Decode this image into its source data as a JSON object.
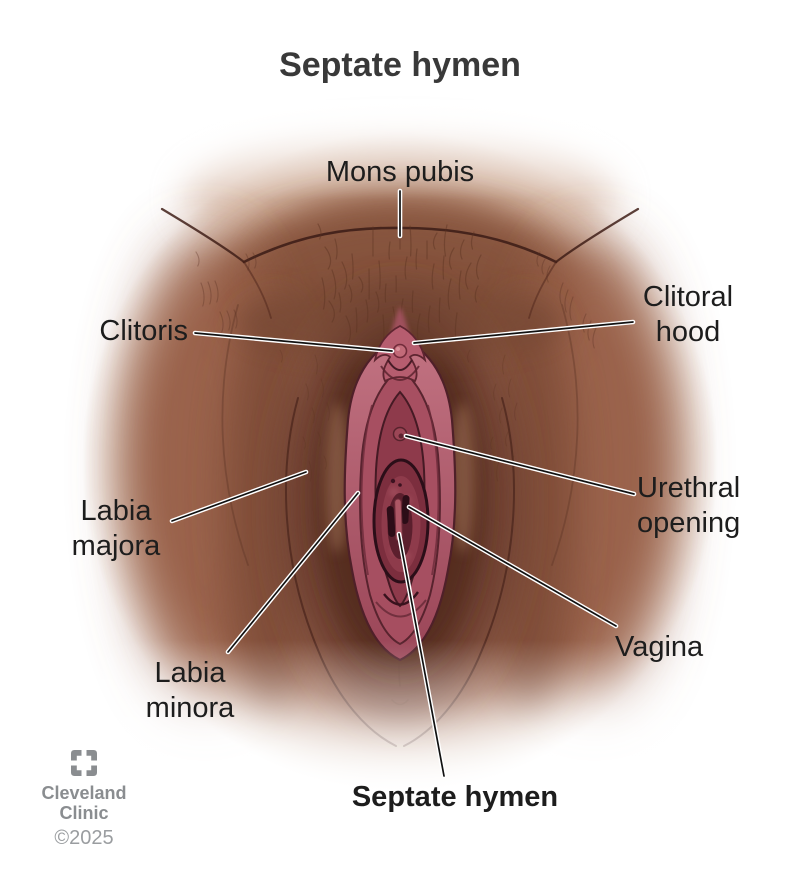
{
  "title": "Septate hymen",
  "labels": {
    "mons_pubis": "Mons pubis",
    "clitoris": "Clitoris",
    "clitoral_hood": "Clitoral hood",
    "urethral_opening": "Urethral opening",
    "labia_majora": "Labia majora",
    "labia_minora": "Labia minora",
    "vagina": "Vagina",
    "septate_hymen": "Septate hymen"
  },
  "footer": {
    "logo_line1": "Cleveland",
    "logo_line2": "Clinic",
    "copyright": "©2025"
  },
  "colors": {
    "skin_base": "#a06b54",
    "skin_shadow": "#53291c",
    "labia_pink": "#b25b6c",
    "vestibule_red": "#8e3a4b",
    "opening_dark": "#2c0d17",
    "label_text": "#1d1d1d",
    "logo_gray": "#8a8d90"
  }
}
